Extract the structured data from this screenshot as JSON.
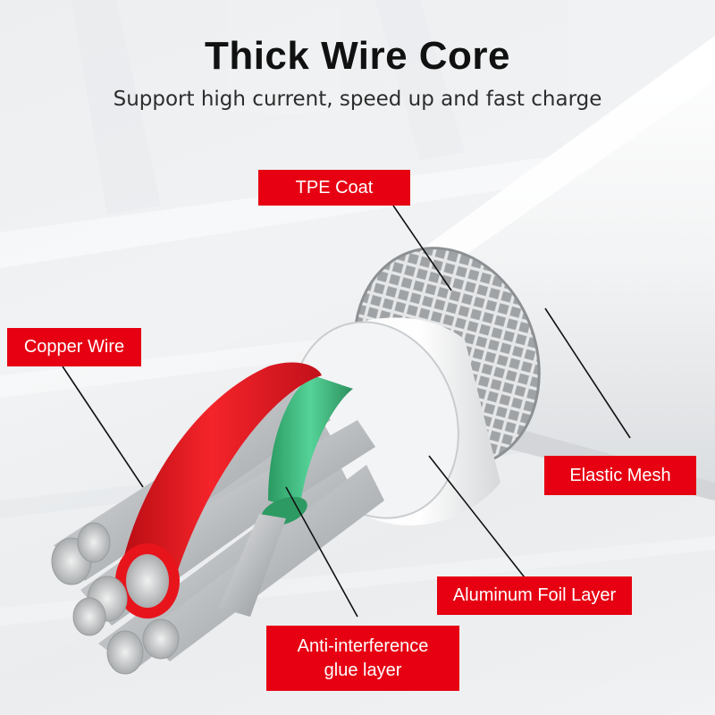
{
  "title": "Thick Wire Core",
  "subtitle": "Support high current, speed up and fast charge",
  "labels": {
    "tpe_coat": "TPE Coat",
    "copper_wire": "Copper Wire",
    "elastic_mesh": "Elastic Mesh",
    "aluminum_foil": "Aluminum Foil Layer",
    "glue_line1": "Anti-interference",
    "glue_line2": "glue layer"
  },
  "colors": {
    "label_bg": "#e60012",
    "red_wire": "#e8141c",
    "green_wire": "#3fbf7f",
    "purple_wire": "#a040c8"
  }
}
